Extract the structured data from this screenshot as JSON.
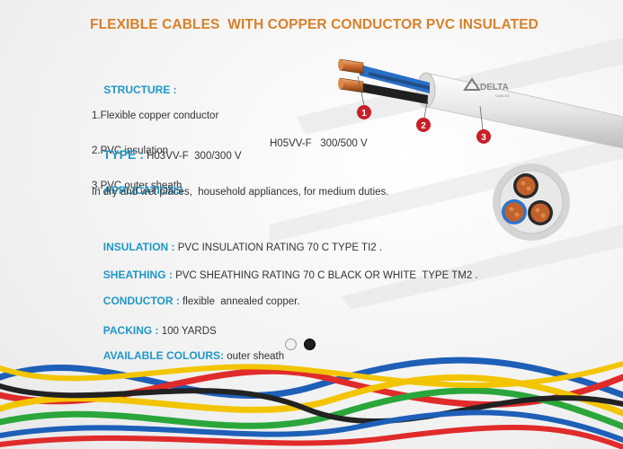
{
  "title": "FLEXIBLE CABLES  WITH COPPER CONDUCTOR PVC INSULATED",
  "structure": {
    "label": "STRUCTURE :",
    "items": [
      "1.Flexible copper conductor",
      "2.PVC insulation",
      "3.PVC outer sheath"
    ]
  },
  "type": {
    "label": "TYPE :",
    "value1": " H03VV-F  300/300 V",
    "value2": "H05VV-F   300/500 V"
  },
  "applications": {
    "label": "APPLICATIONS",
    "text": "In dry and wet places,  household appliances, for medium duties."
  },
  "insulation": {
    "label": "INSULATION :",
    "text": " PVC INSULATION RATING 70 C TYPE TI2 ."
  },
  "sheathing": {
    "label": "SHEATHING :",
    "text": " PVC SHEATHING RATING 70 C BLACK OR WHITE  TYPE TM2 ."
  },
  "conductor": {
    "label": "CONDUCTOR :",
    "text": " flexible  annealed copper."
  },
  "packing": {
    "label": "PACKING :",
    "text": " 100 YARDS"
  },
  "colours": {
    "label": "AVAILABLE COLOURS:",
    "text": " outer sheath"
  },
  "callouts": [
    "1",
    "2",
    "3"
  ],
  "logo": {
    "brand": "DELTA",
    "sub": "CABLES"
  },
  "colors": {
    "title": "#d9812a",
    "label": "#1f97c8",
    "marker": "#c8202a",
    "sheath_white": "#f2f2f2",
    "sheath_black": "#1c1c1c"
  }
}
